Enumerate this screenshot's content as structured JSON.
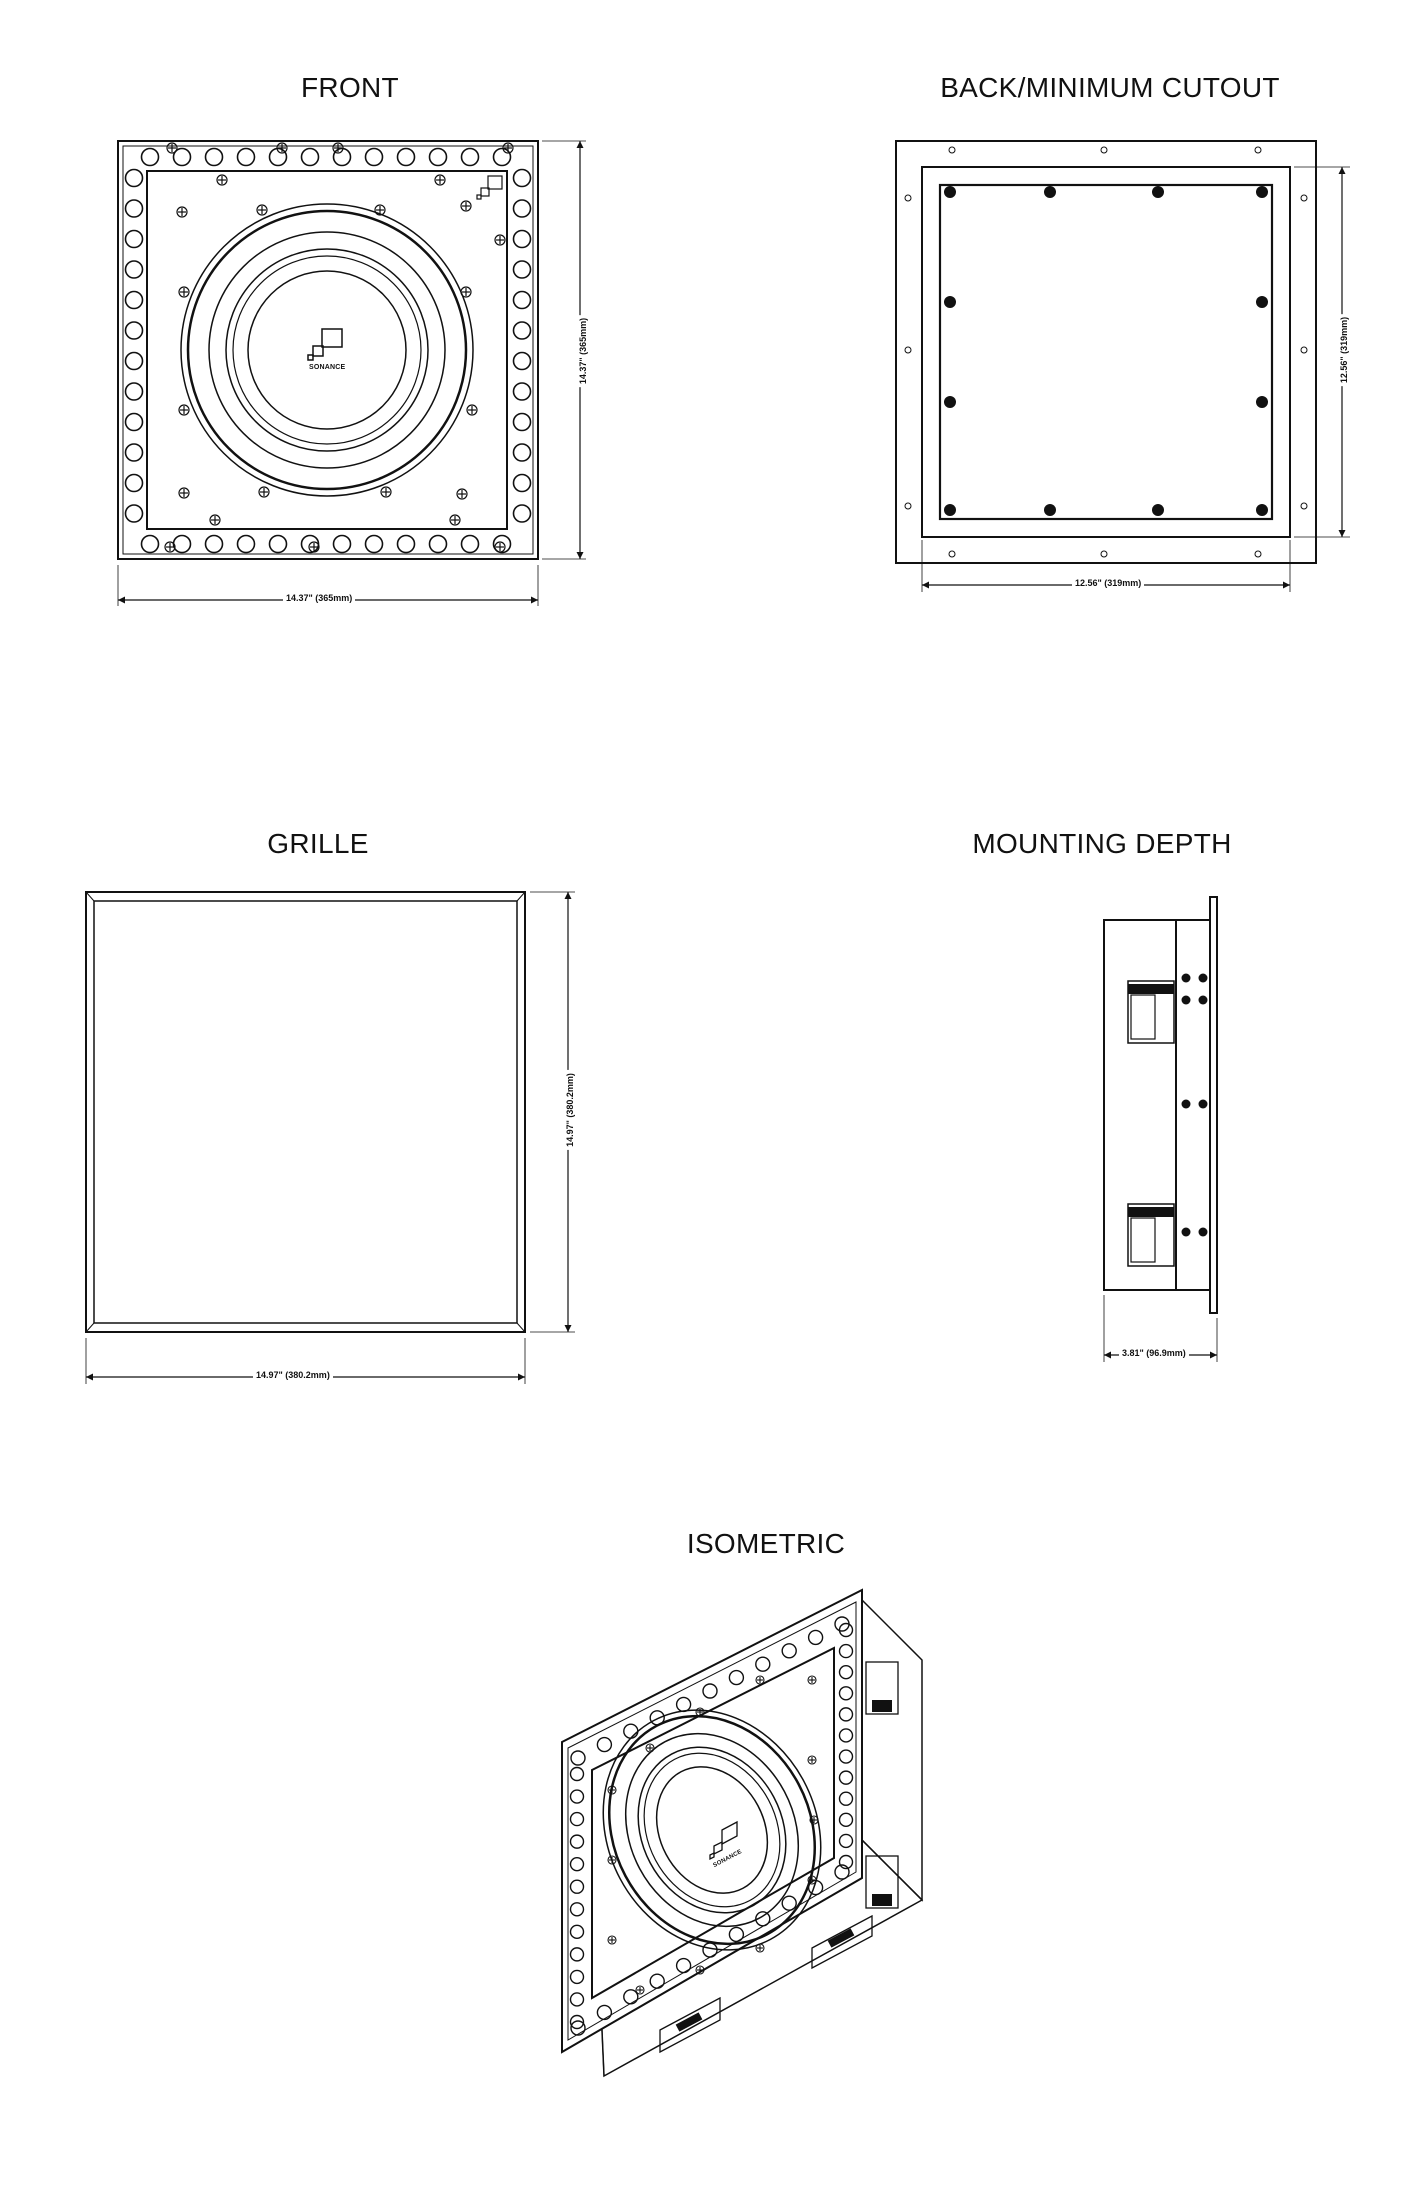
{
  "views": {
    "front": {
      "title": "FRONT",
      "width_dim": "14.37\" (365mm)",
      "height_dim": "14.37\" (365mm)",
      "logo": "SONANCE"
    },
    "back": {
      "title": "BACK/MINIMUM CUTOUT",
      "width_dim": "12.56\" (319mm)",
      "height_dim": "12.56\" (319mm)"
    },
    "grille": {
      "title": "GRILLE",
      "width_dim": "14.97\" (380.2mm)",
      "height_dim": "14.97\" (380.2mm)"
    },
    "depth": {
      "title": "MOUNTING DEPTH",
      "depth_dim": "3.81\" (96.9mm)"
    },
    "isometric": {
      "title": "ISOMETRIC",
      "logo": "SONANCE"
    }
  },
  "colors": {
    "line": "#111111",
    "fill": "#ffffff"
  }
}
